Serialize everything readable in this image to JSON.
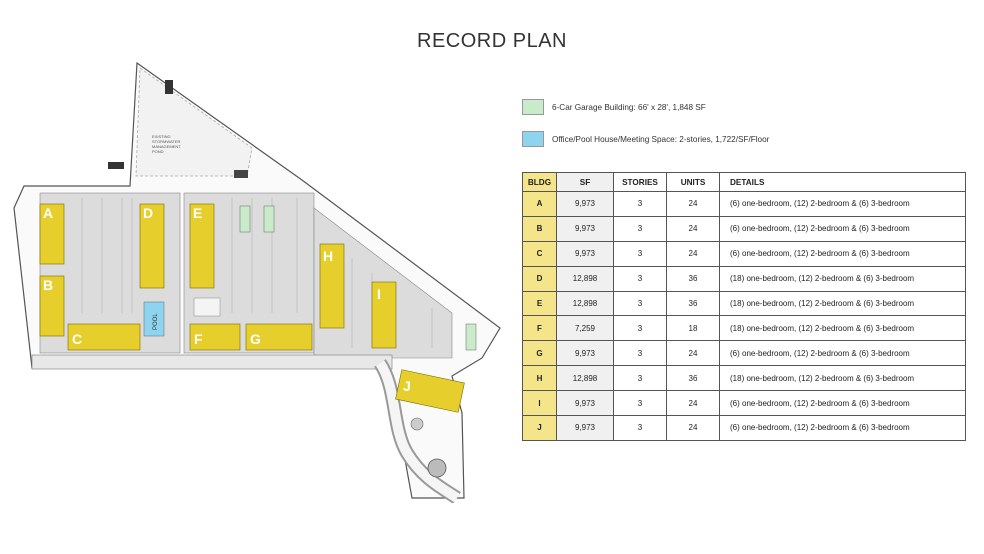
{
  "title": "RECORD PLAN",
  "legend": [
    {
      "label": "6-Car Garage Building: 66' x 28', 1,848 SF",
      "color": "#c9ebc9"
    },
    {
      "label": "Office/Pool House/Meeting Space: 2-stories, 1,722/SF/Floor",
      "color": "#8fd4ee"
    }
  ],
  "site_plan": {
    "building_color": "#e6cf2c",
    "pool_label": "POOL",
    "note_lines": [
      "EXISTING",
      "STORMWATER",
      "MANAGEMENT",
      "POND"
    ],
    "buildings": [
      "A",
      "B",
      "C",
      "D",
      "E",
      "F",
      "G",
      "H",
      "I",
      "J"
    ]
  },
  "table": {
    "headers": [
      "BLDG",
      "SF",
      "STORIES",
      "UNITS",
      "DETAILS"
    ],
    "rows": [
      {
        "bldg": "A",
        "sf": "9,973",
        "stories": "3",
        "units": "24",
        "details": "(6) one-bedroom, (12) 2-bedroom & (6) 3-bedroom"
      },
      {
        "bldg": "B",
        "sf": "9,973",
        "stories": "3",
        "units": "24",
        "details": "(6) one-bedroom, (12) 2-bedroom & (6) 3-bedroom"
      },
      {
        "bldg": "C",
        "sf": "9,973",
        "stories": "3",
        "units": "24",
        "details": "(6) one-bedroom, (12) 2-bedroom & (6) 3-bedroom"
      },
      {
        "bldg": "D",
        "sf": "12,898",
        "stories": "3",
        "units": "36",
        "details": "(18) one-bedroom, (12) 2-bedroom & (6) 3-bedroom"
      },
      {
        "bldg": "E",
        "sf": "12,898",
        "stories": "3",
        "units": "36",
        "details": "(18) one-bedroom, (12) 2-bedroom & (6) 3-bedroom"
      },
      {
        "bldg": "F",
        "sf": "7,259",
        "stories": "3",
        "units": "18",
        "details": "(18) one-bedroom, (12) 2-bedroom & (6) 3-bedroom"
      },
      {
        "bldg": "G",
        "sf": "9,973",
        "stories": "3",
        "units": "24",
        "details": "(6) one-bedroom, (12) 2-bedroom & (6) 3-bedroom"
      },
      {
        "bldg": "H",
        "sf": "12,898",
        "stories": "3",
        "units": "36",
        "details": "(18) one-bedroom, (12) 2-bedroom & (6) 3-bedroom"
      },
      {
        "bldg": "I",
        "sf": "9,973",
        "stories": "3",
        "units": "24",
        "details": "(6) one-bedroom, (12) 2-bedroom & (6) 3-bedroom"
      },
      {
        "bldg": "J",
        "sf": "9,973",
        "stories": "3",
        "units": "24",
        "details": "(6) one-bedroom, (12) 2-bedroom & (6) 3-bedroom"
      }
    ]
  }
}
